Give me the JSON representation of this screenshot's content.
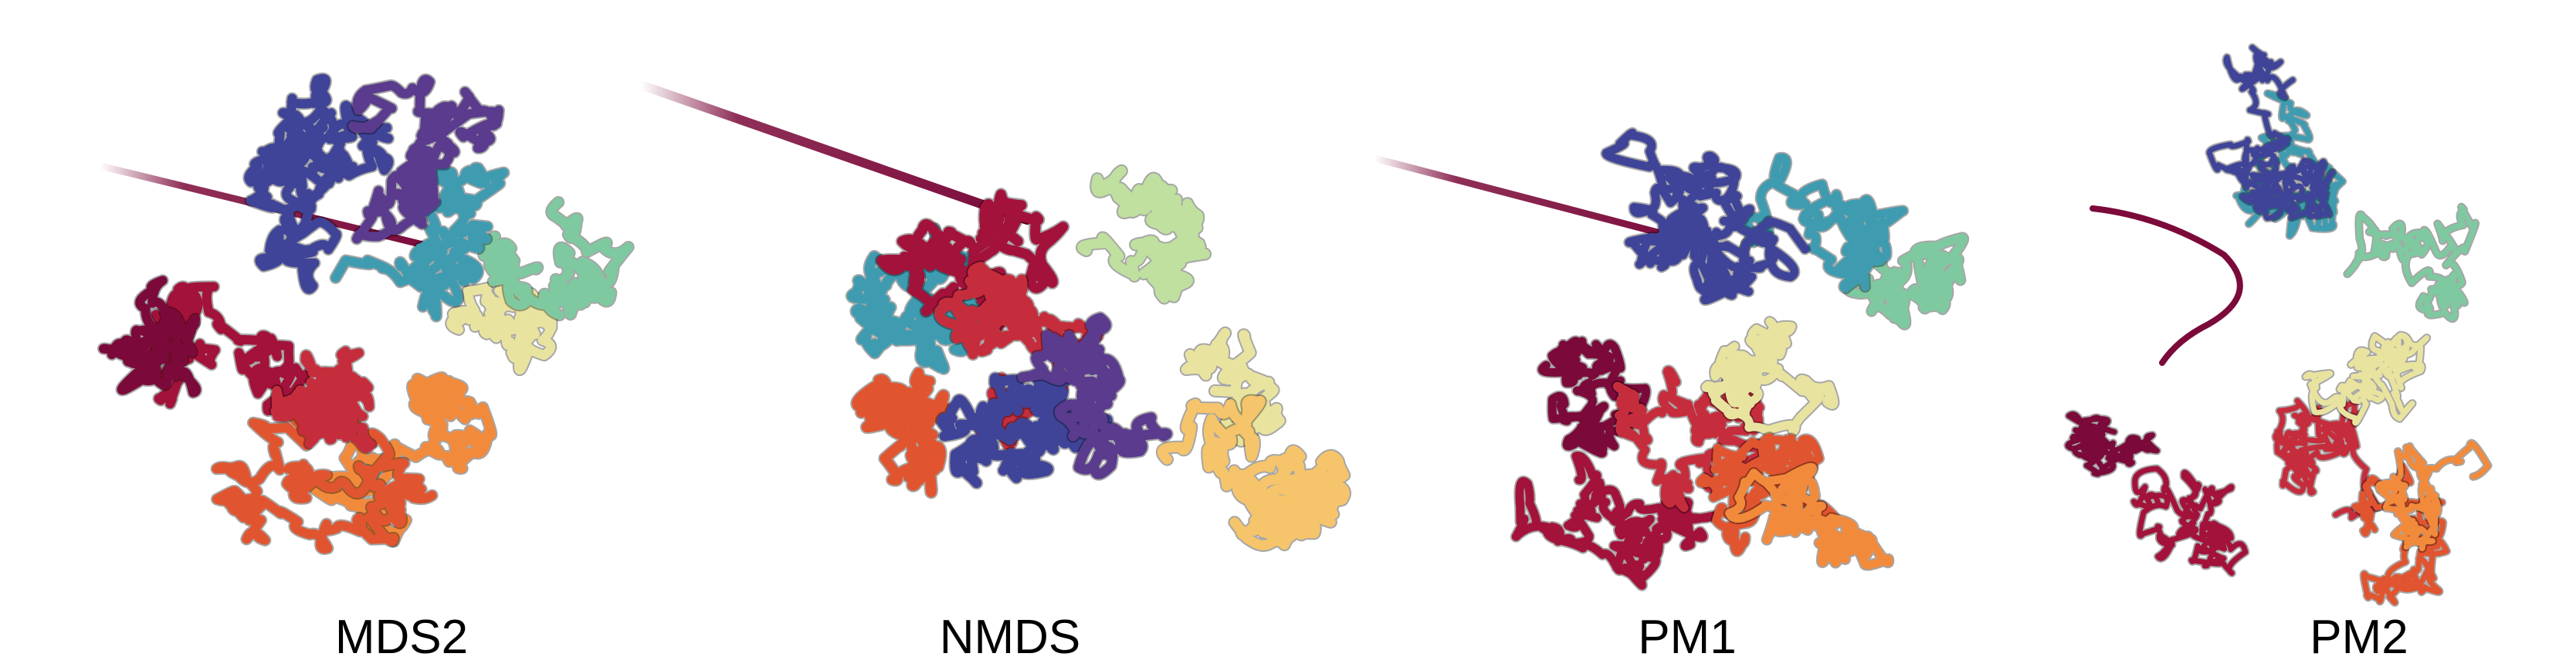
{
  "panels": [
    {
      "label": "MDS2"
    },
    {
      "label": "NMDS"
    },
    {
      "label": "PM1"
    },
    {
      "label": "PM2"
    }
  ],
  "palette": [
    "#7b0a3a",
    "#a3123a",
    "#c62d3c",
    "#e0552f",
    "#f28a3c",
    "#f6c46a",
    "#e9e3a0",
    "#bfe09e",
    "#7fc9a0",
    "#3f9bb0",
    "#2f6aa8",
    "#3f4498",
    "#5a3b8e"
  ]
}
